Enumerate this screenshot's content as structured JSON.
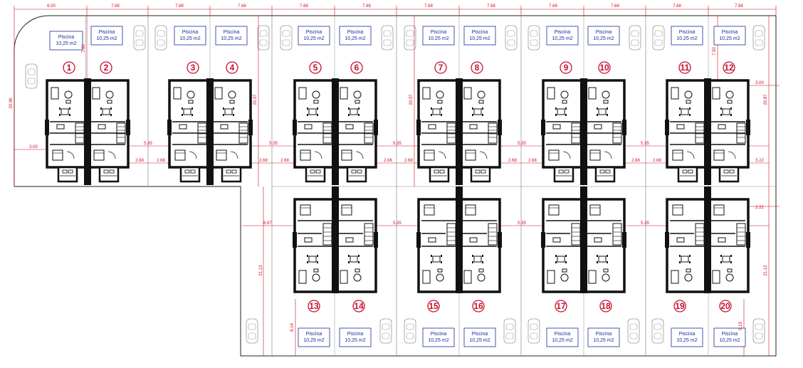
{
  "colors": {
    "dimension_line": "#d0101f",
    "lot_number": "#c8102e",
    "pool_outline": "#1b2a9c",
    "wall": "#111111",
    "lot_boundary": "#8a8a8a"
  },
  "top_dimensions": [
    "6.00",
    "7.68",
    "7.68",
    "7.68",
    "7.68",
    "7.68",
    "7.68",
    "7.68",
    "7.68",
    "7.68",
    "7.68",
    "7.88"
  ],
  "side_dimensions": {
    "left_height": "20.96",
    "left_setback": "3.00",
    "lot2_front": "7.60",
    "col3_height": "20.97",
    "col5_height": "20.97",
    "col11_front": "7.90",
    "right_height": "20.87",
    "right_top": "3.00",
    "right_mid": "3.22",
    "right_low": "2.22",
    "bottom_left_height": "21.13",
    "bottom_right_height": "21.12",
    "bottom_setback_left": "6.67",
    "bottom_setback_left_small": "8.14",
    "bottom_setback_right_small": "8.15"
  },
  "gap_labels_row1": [
    "5.35",
    "5.35",
    "5.35",
    "5.35",
    "5.35"
  ],
  "gap_labels_side": [
    "2.68",
    "2.68",
    "2.68",
    "2.68",
    "2.68",
    "2.68",
    "2.68",
    "2.68",
    "2.68",
    "2.68"
  ],
  "gap_labels_row2": [
    "5.35",
    "5.35",
    "5.35"
  ],
  "pool": {
    "title": "Piscina",
    "area": "10,25 m2"
  },
  "lots_top": [
    "1",
    "2",
    "3",
    "4",
    "5",
    "6",
    "7",
    "8",
    "9",
    "10",
    "11",
    "12"
  ],
  "lots_bottom": [
    "13",
    "14",
    "15",
    "16",
    "17",
    "18",
    "19",
    "20"
  ]
}
